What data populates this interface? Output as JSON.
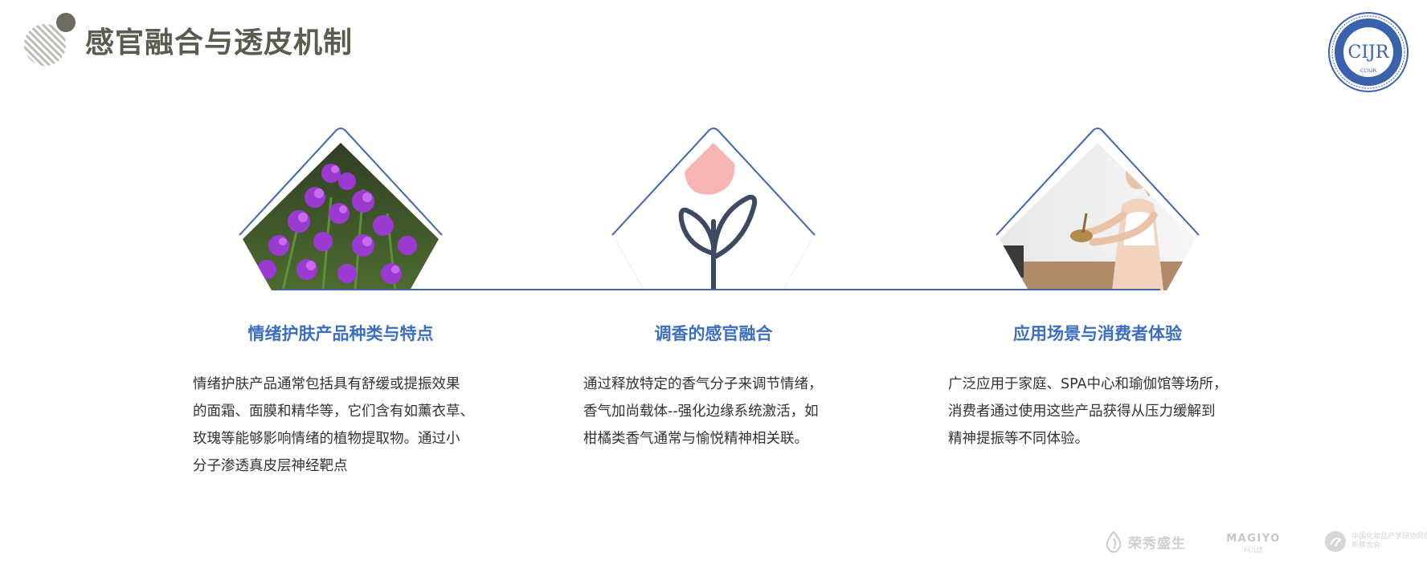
{
  "title": "感官融合与透皮机制",
  "seal": {
    "center_text": "CIJR",
    "bottom_text": "CCIUR",
    "ring_text": "中国化妆品产学研协同创新联合会"
  },
  "colors": {
    "accent": "#3e66ad",
    "heading": "#3c6fc0",
    "title": "#5b5b4f"
  },
  "sections": [
    {
      "heading": "情绪护肤产品种类与特点",
      "image": "lavender-photo",
      "lines": [
        "情绪护肤产品通常包括具有舒缓或提振效果",
        "的面霜、面膜和精华等，它们含有如薰衣草、",
        "玫瑰等能够影响情绪的植物提取物。通过小",
        "分子渗透真皮层神经靶点"
      ]
    },
    {
      "heading": "调香的感官融合",
      "image": "tulip-illustration",
      "lines": [
        "通过释放特定的香气分子来调节情绪，",
        "香气加尚载体--强化边缘系统激活，如",
        "柑橘类香气通常与愉悦精神相关联。"
      ]
    },
    {
      "heading": "应用场景与消费者体验",
      "image": "yoga-singing-bowl-photo",
      "lines": [
        "广泛应用于家庭、SPA中心和瑜伽馆等场所，",
        "消费者通过使用这些产品获得从压力缓解到",
        "精神提振等不同体验。"
      ]
    }
  ],
  "footer_logos": [
    {
      "name": "荣秀盛生",
      "icon": "leaf-drop-icon"
    },
    {
      "name": "MAGIYO",
      "sub": "玛儿优"
    },
    {
      "name": "中国化妆品产学研协同创新联合会",
      "icon": "circle-emblem-icon"
    }
  ]
}
